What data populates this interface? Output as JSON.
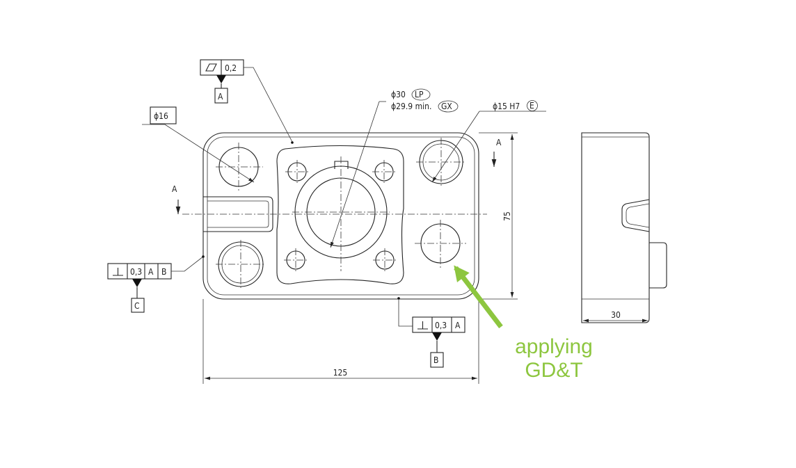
{
  "drawing": {
    "flatness_fcf": {
      "symbol": "flatness-icon",
      "tolerance": "0,2",
      "datum_label": "A"
    },
    "hole_callout_16": "ϕ16",
    "bore_callout": {
      "line1": "ϕ30",
      "modifier1": "LP",
      "line2": "ϕ29.9 min.",
      "modifier2": "GX"
    },
    "hole_callout_15": {
      "text": "ϕ15 H7",
      "modifier": "E"
    },
    "section_marker_left": "A",
    "section_marker_right": "A",
    "perp_fcf_left": {
      "symbol": "perpendicularity-icon",
      "tolerance": "0,3",
      "datum1": "A",
      "datum2": "B",
      "datum_label": "C"
    },
    "perp_fcf_bottom": {
      "symbol": "perpendicularity-icon",
      "tolerance": "0,3",
      "datum1": "A",
      "datum_label": "B"
    },
    "dim_width": "125",
    "dim_height": "75",
    "dim_depth": "30"
  },
  "annotation": {
    "line1": "applying",
    "line2": "GD&T",
    "color": "#8dc63f"
  }
}
